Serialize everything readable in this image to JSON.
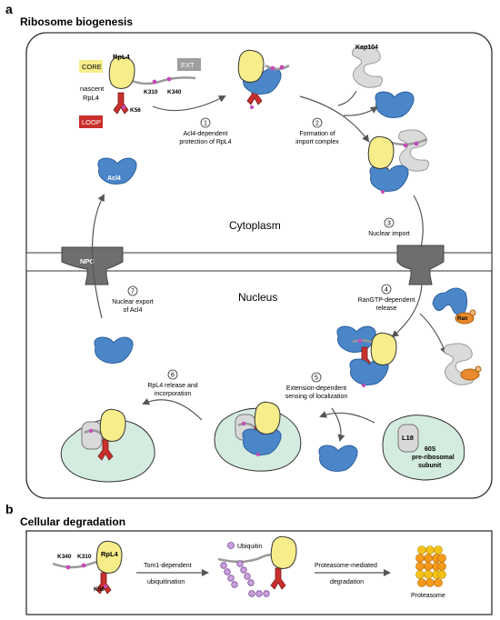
{
  "panel_a": {
    "letter": "a",
    "title": "Ribosome biogenesis",
    "legend": {
      "core": "CORE",
      "ext": "EXT",
      "loop": "LOOP",
      "nascent_line1": "nascent",
      "nascent_line2": "RpL4"
    },
    "protein_labels": {
      "rpl4": "RpL4",
      "k56": "K56",
      "k310": "K310",
      "k340": "K340",
      "acl4": "Acl4",
      "kap104": "Kap104",
      "npc": "NPC",
      "ran": "Ran",
      "l18": "L18"
    },
    "subunit": [
      "60S",
      "pre-ribosomal",
      "subunit"
    ],
    "compartments": {
      "cytoplasm": "Cytoplasm",
      "nucleus": "Nucleus"
    },
    "steps": [
      {
        "num": "1",
        "lines": [
          "Acl4-dependent",
          "protection of RpL4"
        ]
      },
      {
        "num": "2",
        "lines": [
          "Formation of",
          "import complex"
        ]
      },
      {
        "num": "3",
        "lines": [
          "Nuclear import"
        ]
      },
      {
        "num": "4",
        "lines": [
          "RanGTP-dependent",
          "release"
        ]
      },
      {
        "num": "5",
        "lines": [
          "Extension-dependent",
          "sensing of localization"
        ]
      },
      {
        "num": "6",
        "lines": [
          "RpL4 release and",
          "incorporation"
        ]
      },
      {
        "num": "7",
        "lines": [
          "Nuclear export",
          "of Acl4"
        ]
      }
    ]
  },
  "panel_b": {
    "letter": "b",
    "title": "Cellular degradation",
    "labels": {
      "k340": "K340",
      "k310": "K310",
      "rpl4": "RpL4",
      "k56": "K56",
      "ubiquitin": "Ubiquitin",
      "proteasome": "Proteasome"
    },
    "arrows": [
      {
        "lines": [
          "Tom1-dependent",
          "ubiquitination"
        ]
      },
      {
        "lines": [
          "Proteasome-mediated",
          "degradation"
        ]
      }
    ]
  },
  "colors": {
    "core": "#f7ed8a",
    "ext": "#9e9e9e",
    "loop": "#c9302c",
    "acl4": "#4b86c9",
    "kap104": "#d8d8d8",
    "ran": "#e98a2c",
    "ribosome": "#d4ebe0",
    "ubiquitin": "#c9a0dc",
    "lysine": "#c44bb8",
    "npc": "#6e6e6e"
  }
}
